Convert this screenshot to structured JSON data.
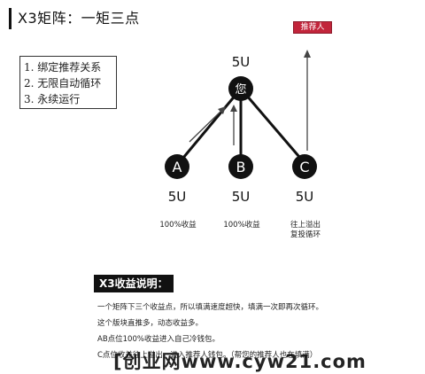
{
  "header": {
    "title": "X3矩阵：一矩三点"
  },
  "rules": [
    "1. 绑定推荐关系",
    "2. 无限自动循环",
    "3. 永续运行"
  ],
  "badge": {
    "label": "推荐人"
  },
  "top_node": {
    "value": "5U",
    "label": "您"
  },
  "nodes": [
    {
      "letter": "A",
      "value": "5U",
      "note": [
        "100%收益"
      ]
    },
    {
      "letter": "B",
      "value": "5U",
      "note": [
        "100%收益"
      ]
    },
    {
      "letter": "C",
      "value": "5U",
      "note": [
        "往上溢出",
        "复投循环"
      ]
    }
  ],
  "section": {
    "title": "X3收益说明：",
    "lines": [
      "一个矩阵下三个收益点，所以填满速度超快，填满一次即再次循环。",
      "这个版块直推多，动态收益多。",
      "AB点位100%收益进入自己冷钱包。",
      "C点位收益往上溢出，进入推荐人钱包。（帮您的推荐人也在填满）"
    ]
  },
  "watermark": {
    "text": "[创业网www.cyw21.com"
  },
  "colors": {
    "badge": "#c2253b",
    "node": "#111111",
    "text_on_node": "#ffffff"
  }
}
